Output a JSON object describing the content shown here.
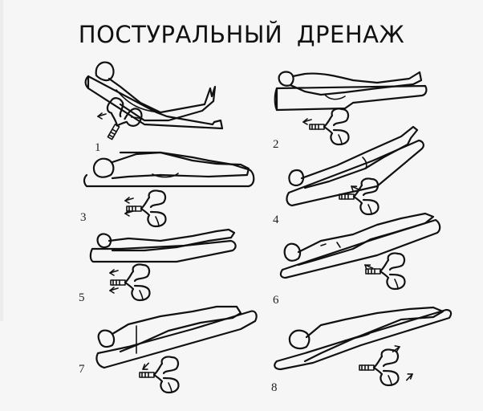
{
  "title": "ПОСТУРАЛЬНЫЙ  ДРЕНАЖ",
  "positions": [
    {
      "number": "1",
      "description": "semi-reclined supine, head elevated, lung diagram lower-left"
    },
    {
      "number": "2",
      "description": "side lying, bed flat, lung diagram below"
    },
    {
      "number": "3",
      "description": "prone, flat bed, lung diagram with arrows"
    },
    {
      "number": "4",
      "description": "supine, head down tilt, legs raised"
    },
    {
      "number": "5",
      "description": "supine, slight head-down tilt"
    },
    {
      "number": "6",
      "description": "lateral, head down tilt"
    },
    {
      "number": "7",
      "description": "lateral on side, head down tilt"
    },
    {
      "number": "8",
      "description": "prone, head down tilt, arrows"
    }
  ],
  "colors": {
    "background": "#f6f6f6",
    "ink": "#111111"
  }
}
